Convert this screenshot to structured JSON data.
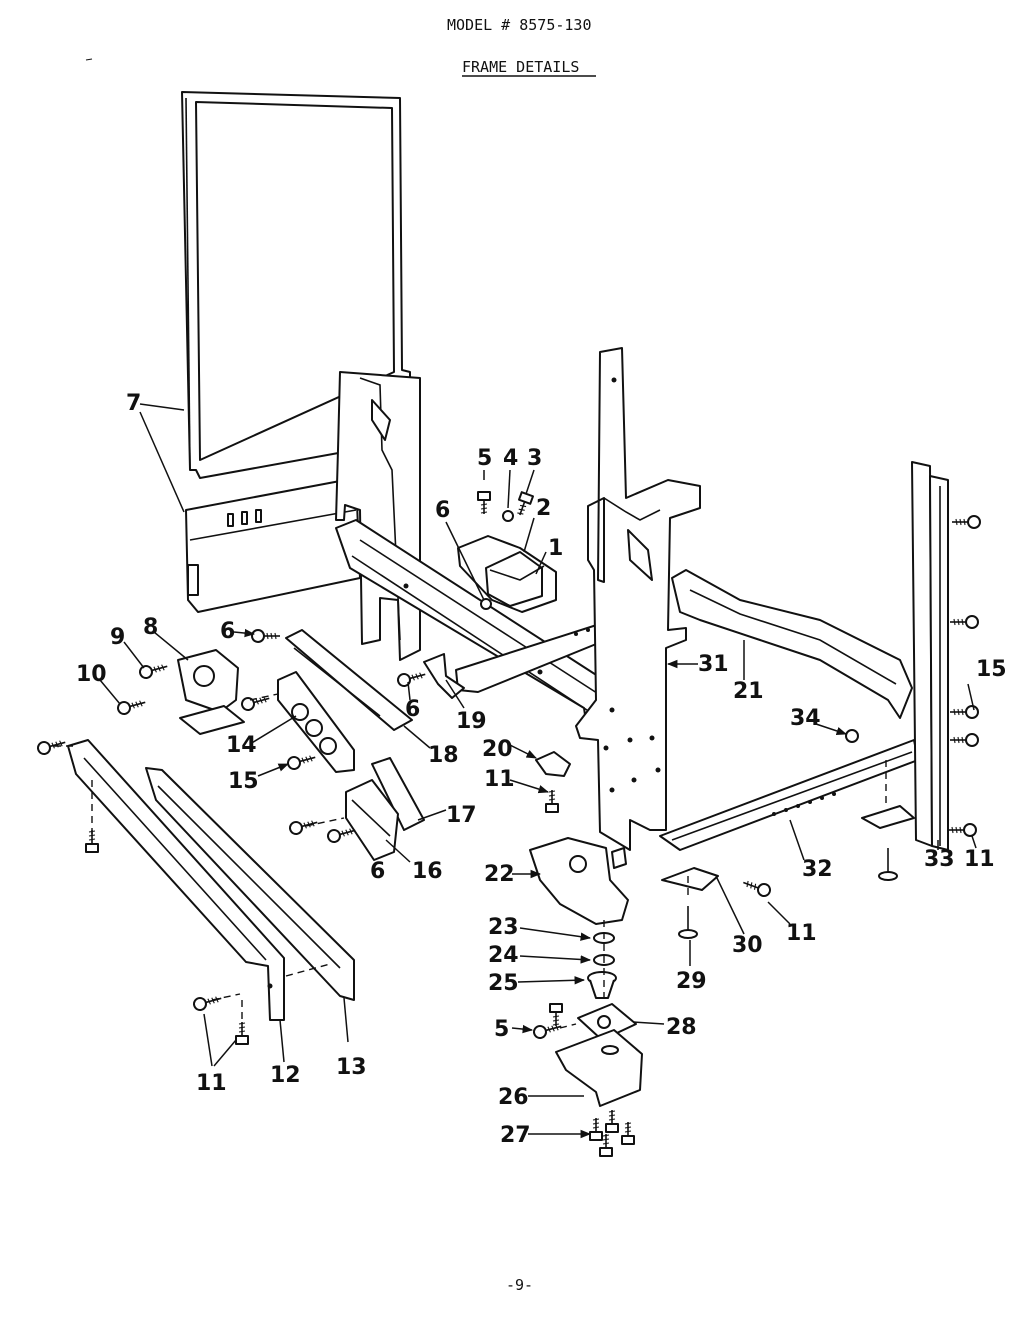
{
  "header": {
    "model": "MODEL # 8575-130",
    "title": "FRAME DETAILS"
  },
  "footer": {
    "page": "-9-"
  },
  "callouts": [
    "1",
    "2",
    "3",
    "4",
    "5",
    "6",
    "7",
    "8",
    "9",
    "10",
    "11",
    "12",
    "13",
    "14",
    "15",
    "16",
    "17",
    "18",
    "19",
    "20",
    "21",
    "22",
    "23",
    "24",
    "25",
    "26",
    "27",
    "28",
    "29",
    "30",
    "31",
    "32",
    "33",
    "34"
  ]
}
